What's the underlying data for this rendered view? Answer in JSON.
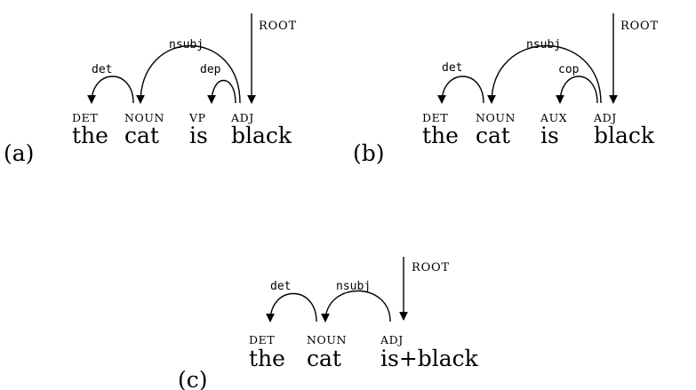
{
  "panels": [
    {
      "label": "(a)",
      "tokens": [
        {
          "tag": "DET",
          "word": "the"
        },
        {
          "tag": "NOUN",
          "word": "cat"
        },
        {
          "tag": "VP",
          "word": "is"
        },
        {
          "tag": "ADJ",
          "word": "black"
        }
      ],
      "arcs": [
        {
          "label": "det"
        },
        {
          "label": "nsubj"
        },
        {
          "label": "dep"
        }
      ],
      "root": "ROOT"
    },
    {
      "label": "(b)",
      "tokens": [
        {
          "tag": "DET",
          "word": "the"
        },
        {
          "tag": "NOUN",
          "word": "cat"
        },
        {
          "tag": "AUX",
          "word": "is"
        },
        {
          "tag": "ADJ",
          "word": "black"
        }
      ],
      "arcs": [
        {
          "label": "det"
        },
        {
          "label": "nsubj"
        },
        {
          "label": "cop"
        }
      ],
      "root": "ROOT"
    },
    {
      "label": "(c)",
      "tokens": [
        {
          "tag": "DET",
          "word": "the"
        },
        {
          "tag": "NOUN",
          "word": "cat"
        },
        {
          "tag": "ADJ",
          "word": "is+black"
        }
      ],
      "arcs": [
        {
          "label": "det"
        },
        {
          "label": "nsubj"
        }
      ],
      "root": "ROOT"
    }
  ]
}
